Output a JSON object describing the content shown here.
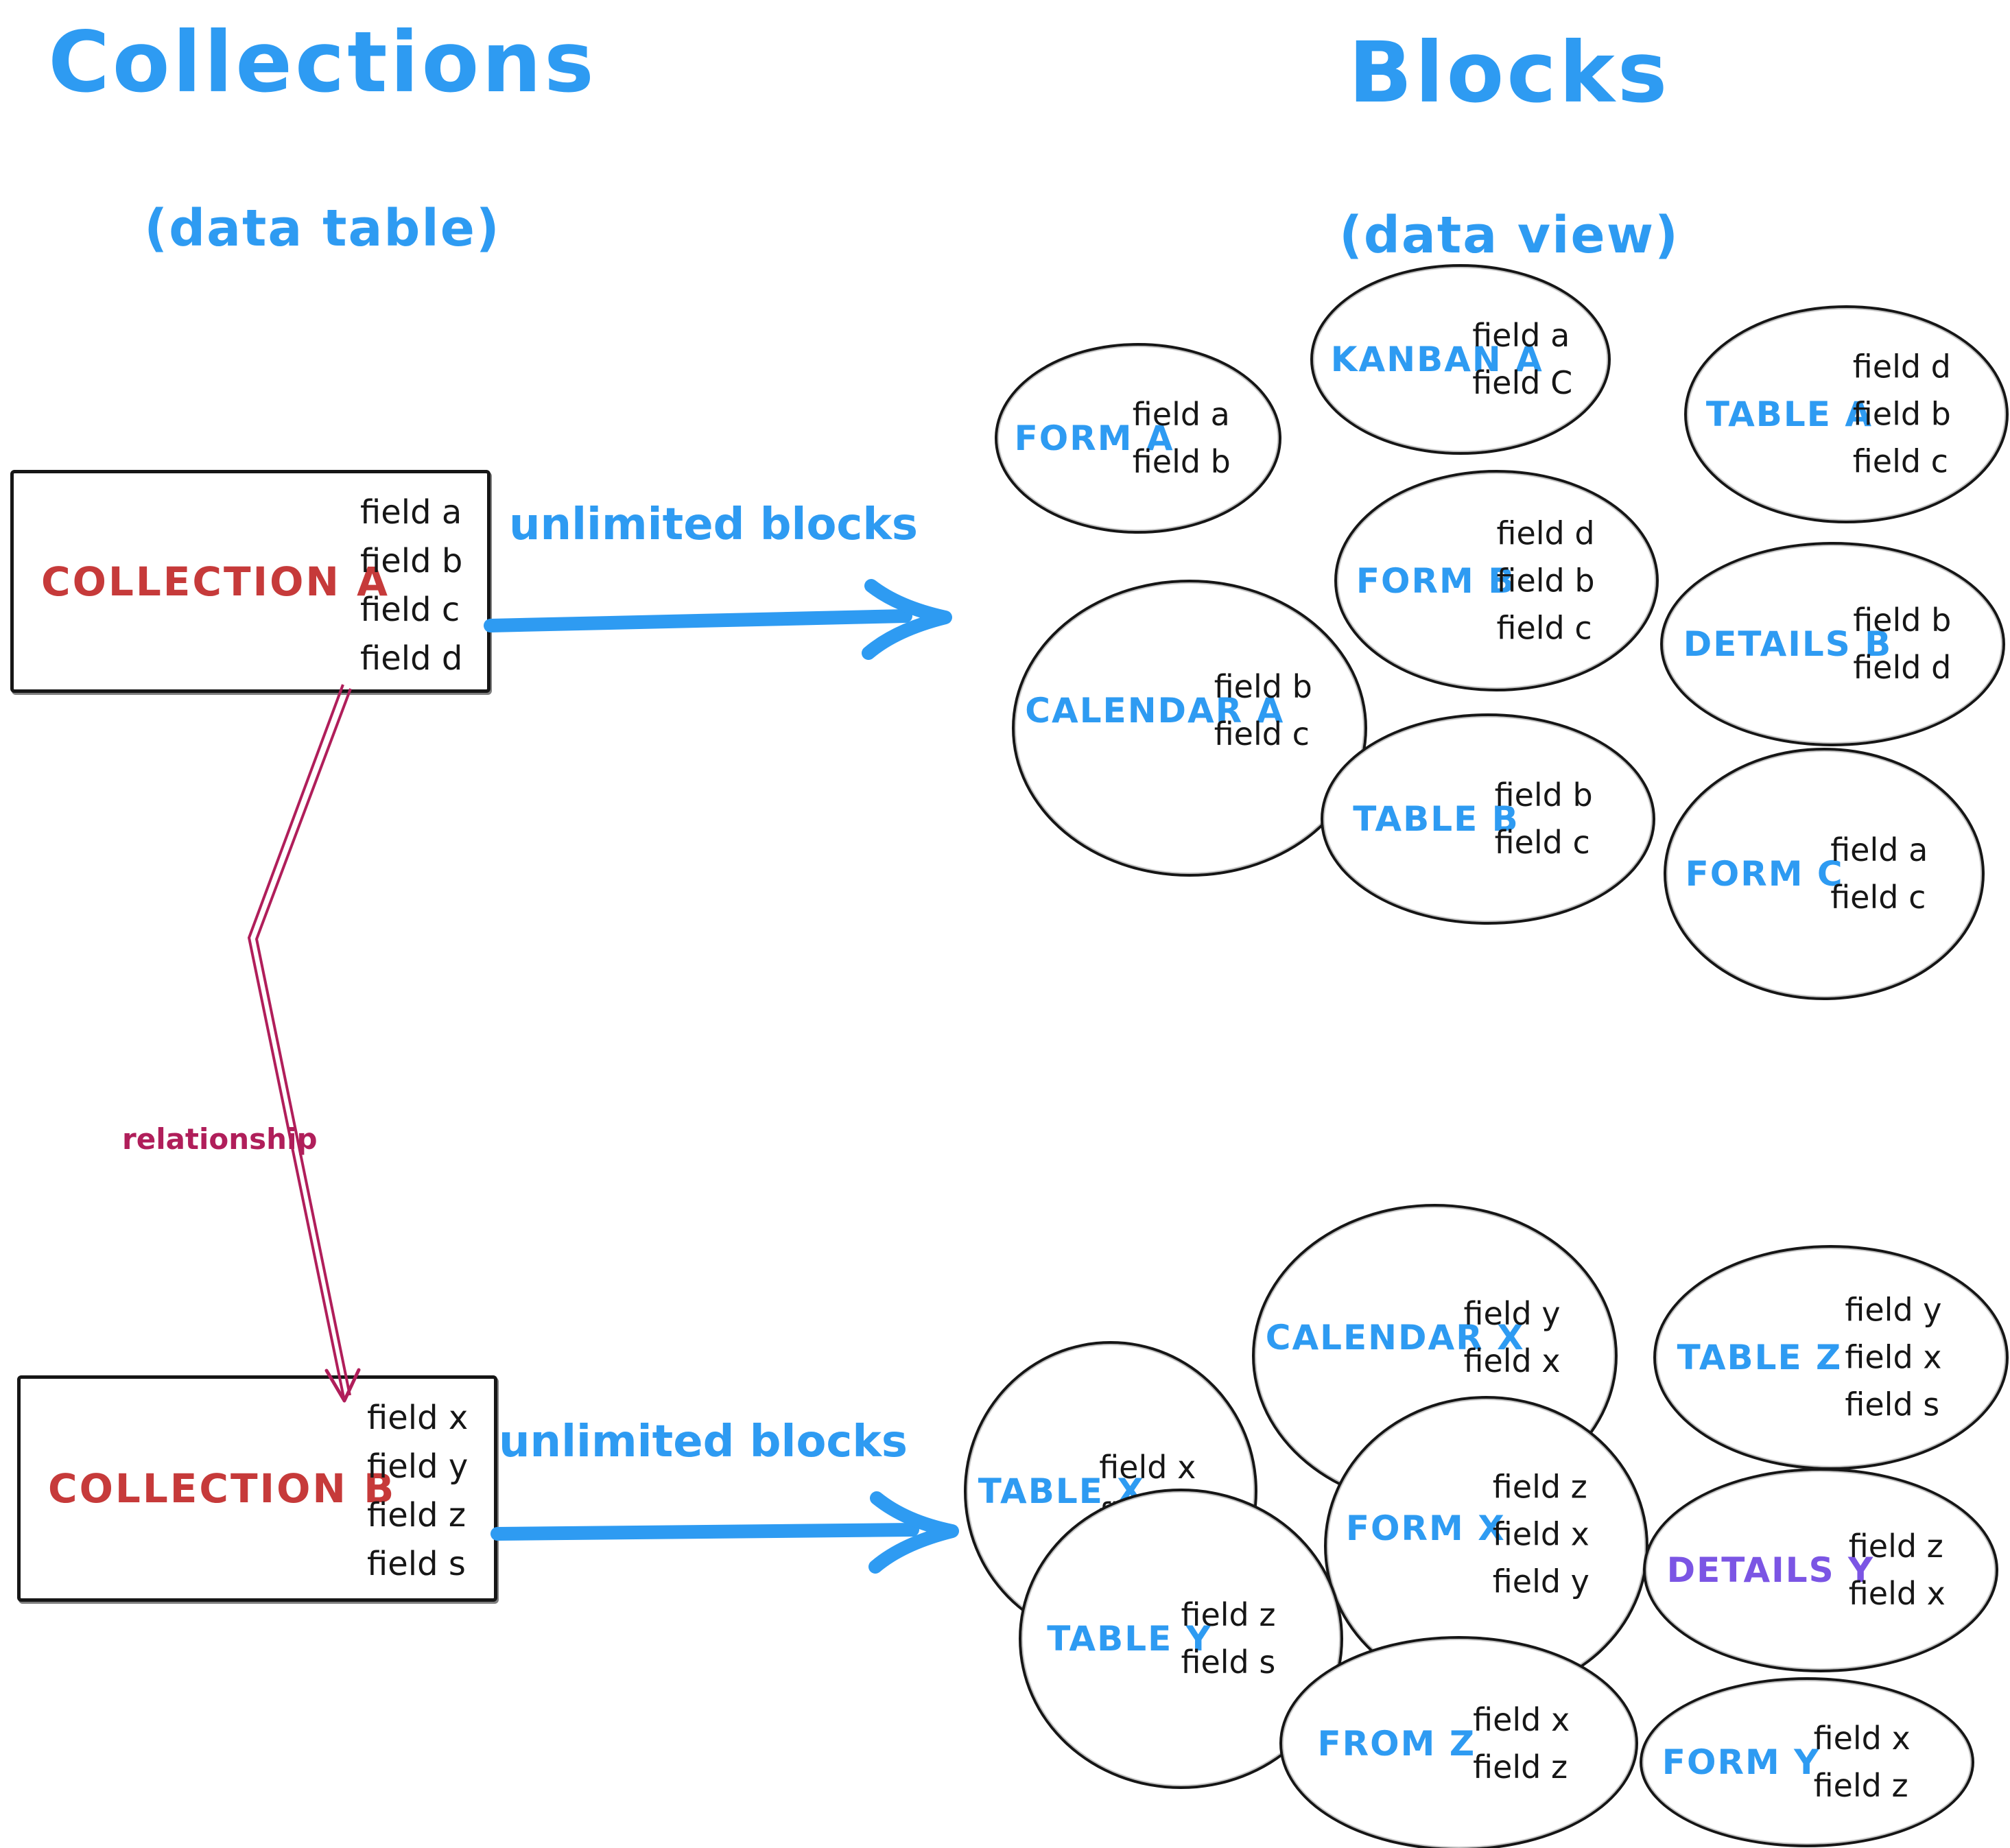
{
  "colors": {
    "blue": "#2e9bf2",
    "red": "#c63a3a",
    "crimson": "#b01e5a",
    "violet": "#7b55e4",
    "ink": "#161616"
  },
  "headers": {
    "left": {
      "title": "Collections",
      "subtitle": "(data table)"
    },
    "right": {
      "title": "Blocks",
      "subtitle": "(data view)"
    }
  },
  "collection_a": {
    "name": "COLLECTION A",
    "fields": [
      "field a",
      "field b",
      "field c",
      "field d"
    ]
  },
  "collection_b": {
    "name": "COLLECTION B",
    "fields": [
      "field x",
      "field y",
      "field z",
      "field s"
    ]
  },
  "arrow_a": {
    "label": "unlimited blocks"
  },
  "arrow_b": {
    "label": "unlimited blocks"
  },
  "relationship": {
    "label": "relationship"
  },
  "blocks_a": [
    {
      "label": "FORM A",
      "fields": [
        "field a",
        "field b"
      ]
    },
    {
      "label": "KANBAN A",
      "fields": [
        "field a",
        "field C"
      ]
    },
    {
      "label": "TABLE A",
      "fields": [
        "field d",
        "field b",
        "field c"
      ]
    },
    {
      "label": "CALENDAR A",
      "fields": [
        "field b",
        "field c"
      ]
    },
    {
      "label": "FORM B",
      "fields": [
        "field d",
        "field b",
        "field c"
      ]
    },
    {
      "label": "DETAILS B",
      "fields": [
        "field b",
        "field d"
      ]
    },
    {
      "label": "TABLE B",
      "fields": [
        "field b",
        "field c"
      ]
    },
    {
      "label": "FORM C",
      "fields": [
        "field a",
        "field c"
      ]
    }
  ],
  "blocks_b": [
    {
      "label": "TABLE X",
      "fields": [
        "field x",
        "field y"
      ]
    },
    {
      "label": "CALENDAR X",
      "fields": [
        "field y",
        "field x"
      ]
    },
    {
      "label": "TABLE Z",
      "fields": [
        "field y",
        "field x",
        "field s"
      ]
    },
    {
      "label": "FORM X",
      "fields": [
        "field z",
        "field x",
        "field y"
      ]
    },
    {
      "label": "TABLE Y",
      "fields": [
        "field z",
        "field s"
      ]
    },
    {
      "label": "DETAILS Y",
      "fields": [
        "field z",
        "field x"
      ]
    },
    {
      "label": "FROM Z",
      "fields": [
        "field x",
        "field z"
      ]
    },
    {
      "label": "FORM Y",
      "fields": [
        "field x",
        "field z"
      ]
    }
  ]
}
